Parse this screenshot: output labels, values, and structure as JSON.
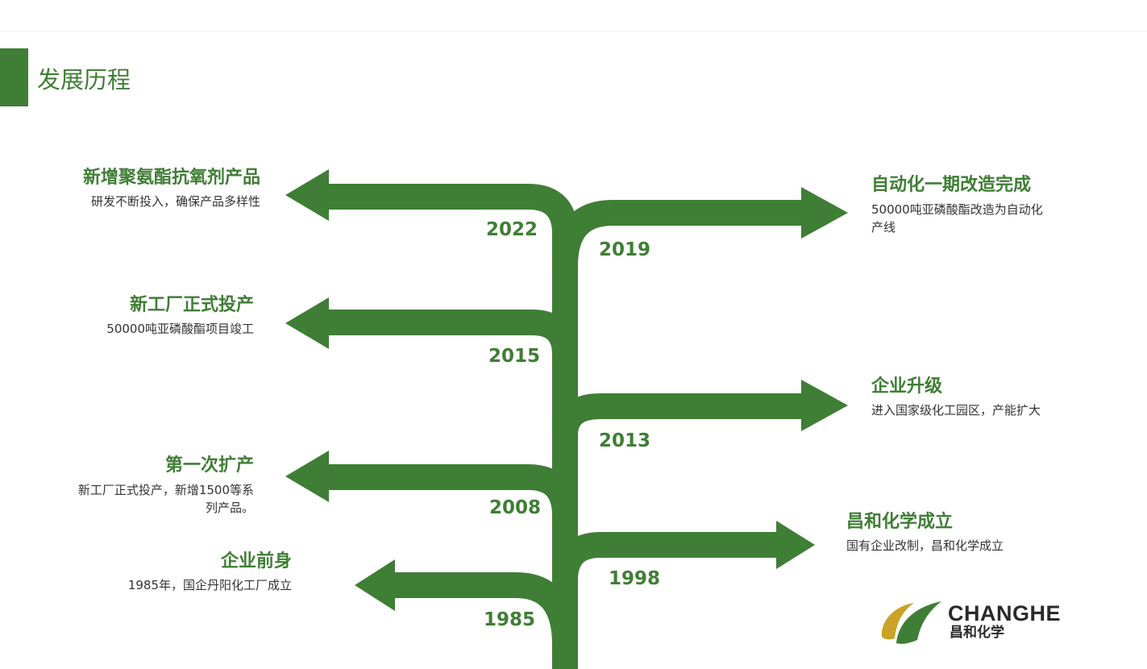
{
  "page": {
    "title": "发展历程",
    "accent_color": "#3f7e35"
  },
  "timeline": {
    "events": [
      {
        "year": "2022",
        "side": "left",
        "heading": "新增聚氨酯抗氧剂产品",
        "desc": [
          "研发不断投入，确保产品多样性"
        ]
      },
      {
        "year": "2019",
        "side": "right",
        "heading": "自动化一期改造完成",
        "desc": [
          "50000吨亚磷酸酯改造为自动化",
          "产线"
        ]
      },
      {
        "year": "2015",
        "side": "left",
        "heading": "新工厂正式投产",
        "desc": [
          "50000吨亚磷酸酯项目竣工"
        ]
      },
      {
        "year": "2013",
        "side": "right",
        "heading": "企业升级",
        "desc": [
          "进入国家级化工园区，产能扩大"
        ]
      },
      {
        "year": "2008",
        "side": "left",
        "heading": "第一次扩产",
        "desc": [
          "新工厂正式投产，新增1500等系",
          "列产品。"
        ]
      },
      {
        "year": "1998",
        "side": "right",
        "heading": "昌和化学成立",
        "desc": [
          "国有企业改制，昌和化学成立"
        ]
      },
      {
        "year": "1985",
        "side": "left",
        "heading": "企业前身",
        "desc": [
          "1985年，国企丹阳化工厂成立"
        ]
      }
    ]
  },
  "logo": {
    "brand_en": "CHANGHE",
    "brand_cn": "昌和化学",
    "icon": "swoosh-leaf-icon",
    "colors": [
      "#3f7e35",
      "#c9a227"
    ]
  }
}
